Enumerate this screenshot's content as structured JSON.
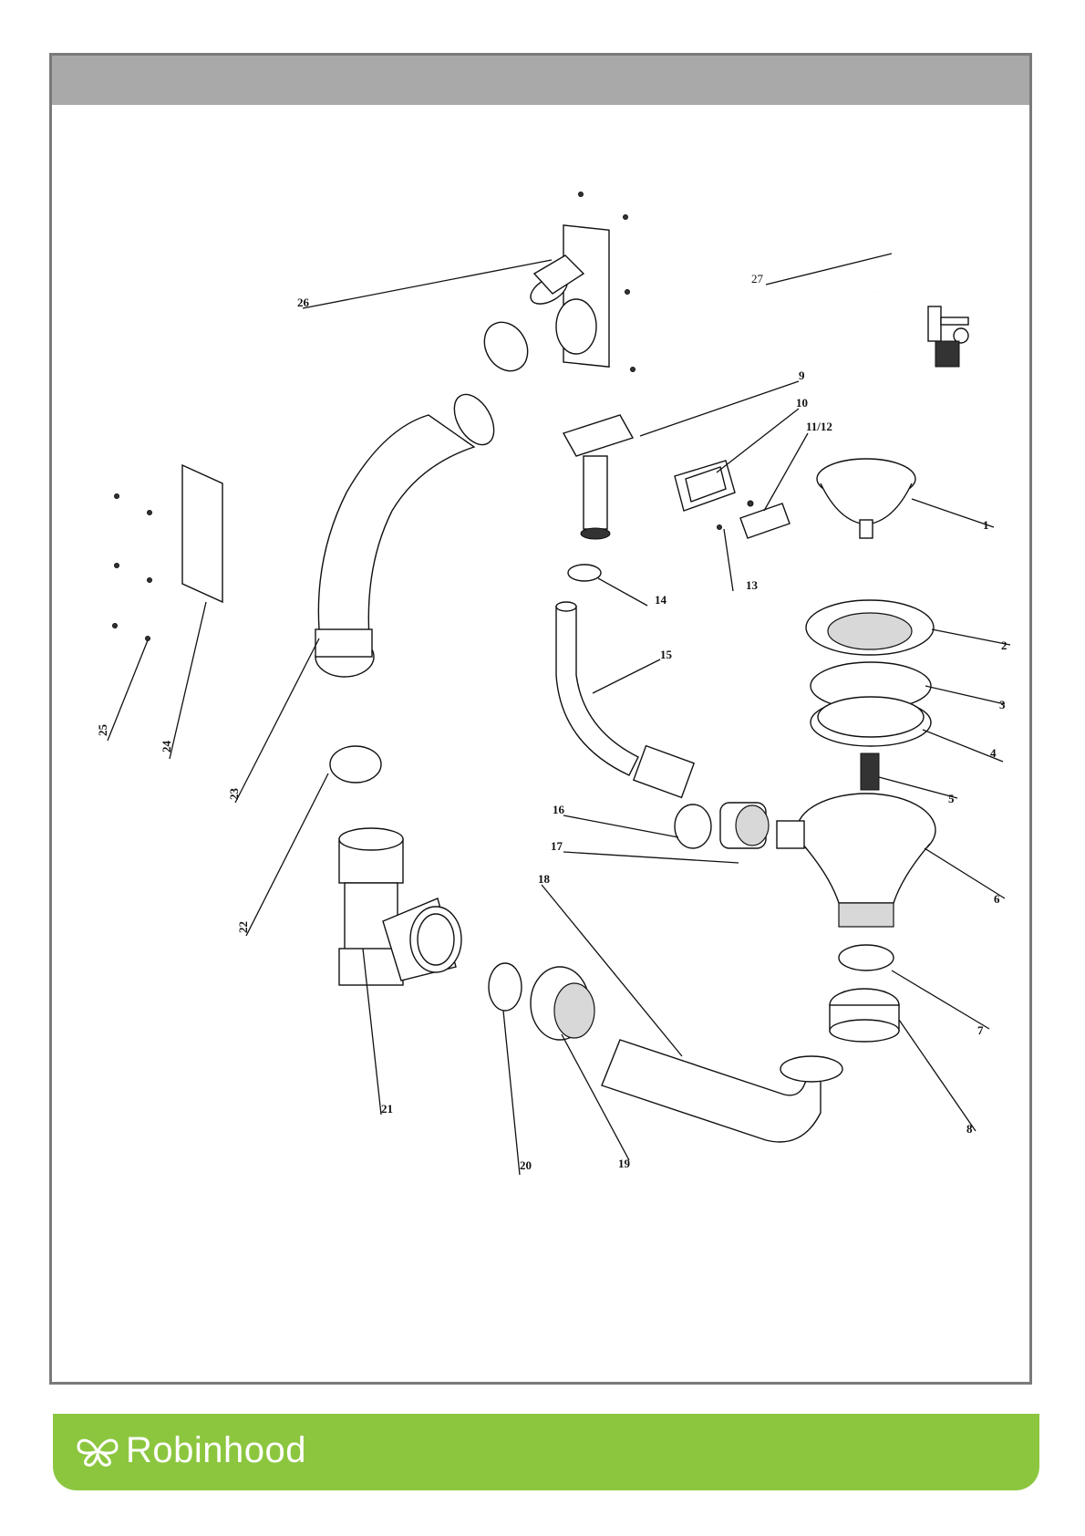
{
  "brand": {
    "name": "Robinhood"
  },
  "colors": {
    "footer": "#8cc63f",
    "header_bar": "#a9a9a9",
    "frame_border": "#7a7a7a"
  },
  "callouts": {
    "c1": "1",
    "c2": "2",
    "c3": "3",
    "c4": "4",
    "c5": "5",
    "c6": "6",
    "c7": "7",
    "c8": "8",
    "c9": "9",
    "c10": "10",
    "c11_12": "11/12",
    "c13": "13",
    "c14": "14",
    "c15": "15",
    "c16": "16",
    "c17": "17",
    "c18": "18",
    "c19": "19",
    "c20": "20",
    "c21": "21",
    "c22": "22",
    "c23": "23",
    "c24": "24",
    "c25": "25",
    "c26": "26",
    "c27": "27"
  }
}
